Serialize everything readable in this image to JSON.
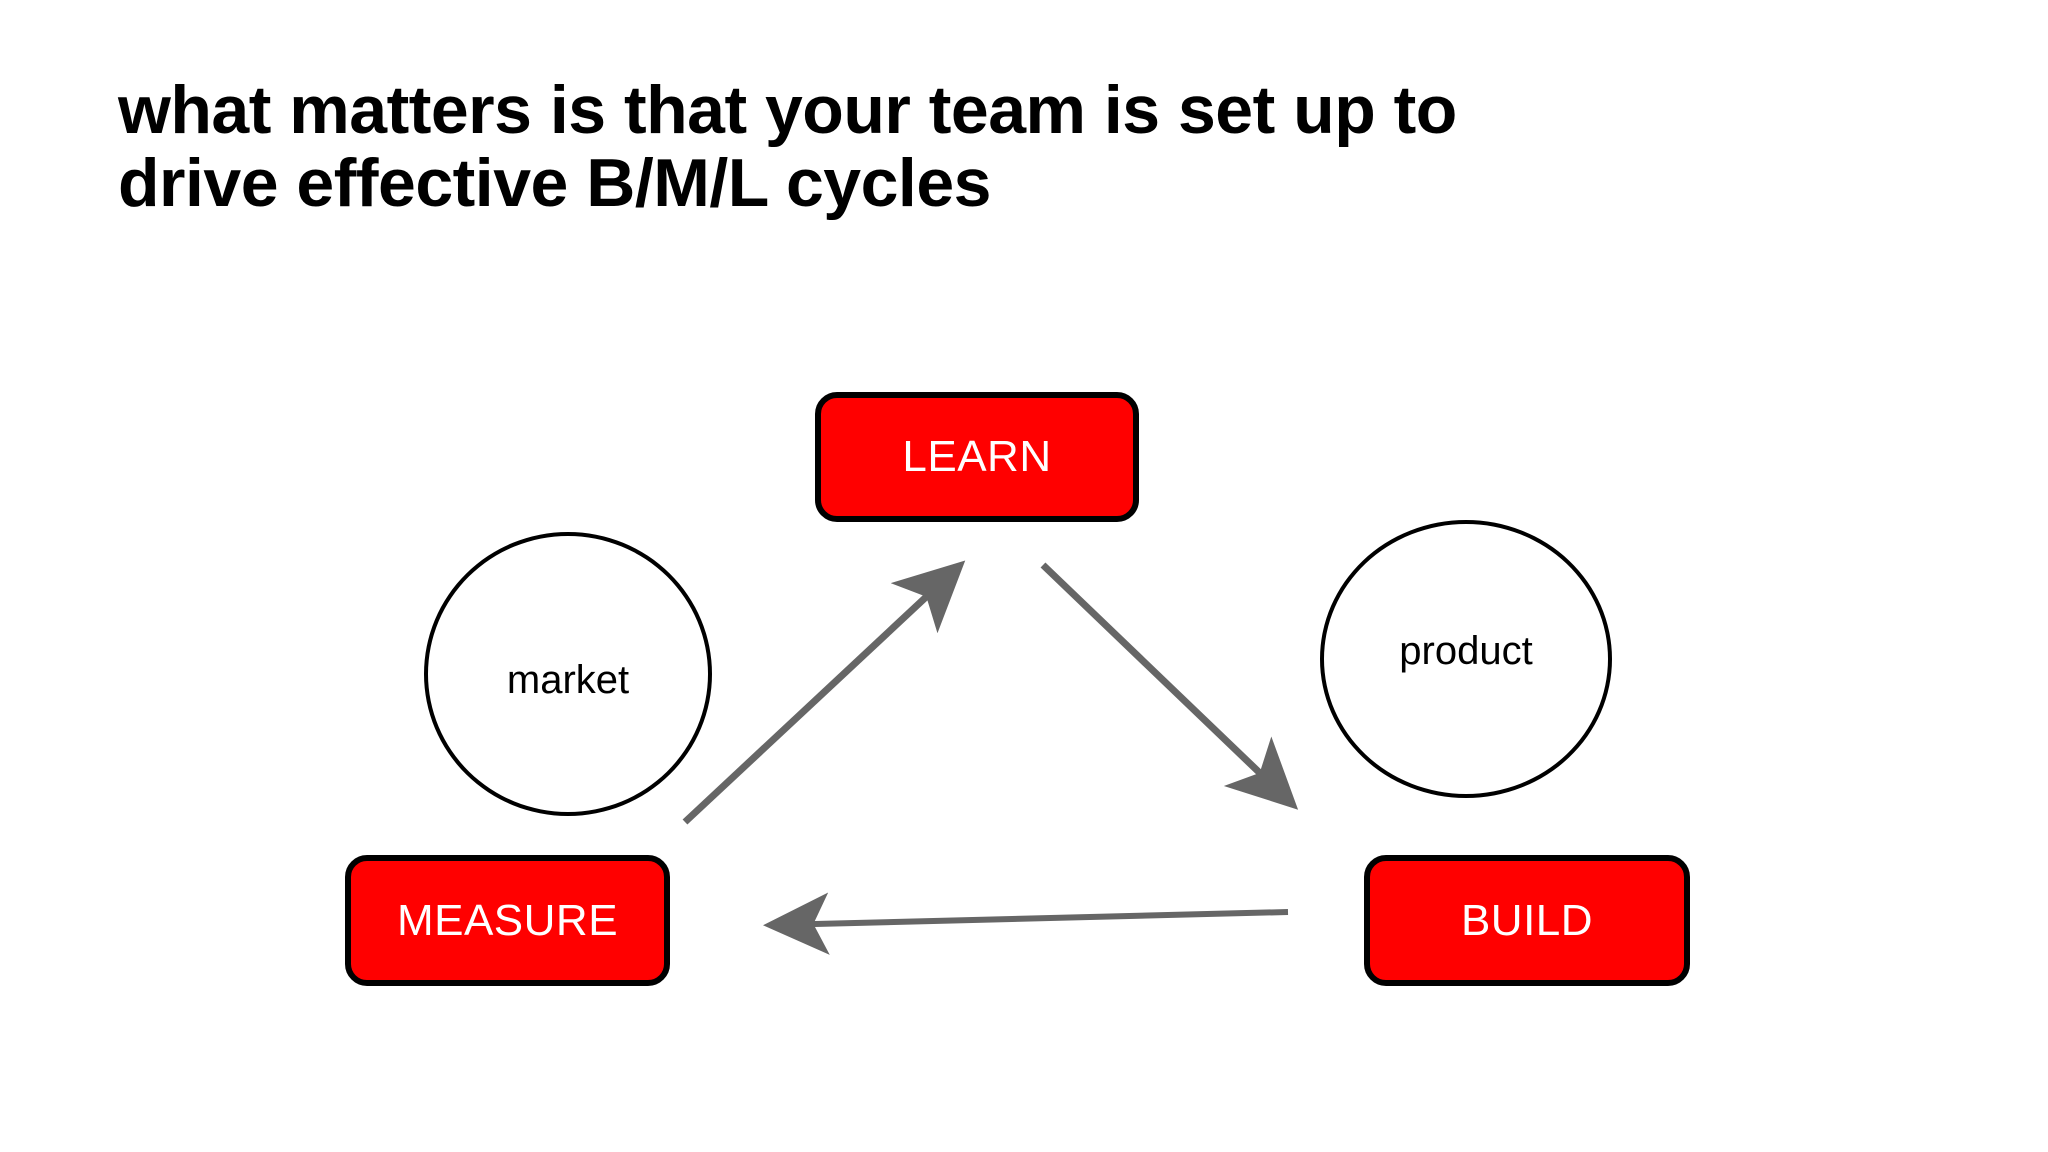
{
  "slide": {
    "title": "what matters is that your team is set up to\ndrive effective B/M/L cycles",
    "background_color": "#FFFFFF"
  },
  "colors": {
    "box_fill": "#FF0000",
    "box_border": "#000000",
    "box_text": "#FFFFFF",
    "circle_fill": "#FFFFFF",
    "circle_border": "#000000",
    "circle_text": "#000000",
    "arrow": "#666666",
    "title_text": "#000000"
  },
  "diagram": {
    "type": "cycle",
    "name": "build-measure-learn-cycle",
    "boxes": [
      {
        "id": "learn",
        "label": "LEARN"
      },
      {
        "id": "measure",
        "label": "MEASURE"
      },
      {
        "id": "build",
        "label": "BUILD"
      }
    ],
    "circles": [
      {
        "id": "market",
        "label": "market"
      },
      {
        "id": "product",
        "label": "product"
      }
    ],
    "arrows": [
      {
        "id": "measure-to-learn",
        "from": "measure",
        "to": "learn",
        "direction": "up-right"
      },
      {
        "id": "learn-to-build",
        "from": "learn",
        "to": "build",
        "direction": "down-right"
      },
      {
        "id": "build-to-measure",
        "from": "build",
        "to": "measure",
        "direction": "left"
      }
    ]
  }
}
